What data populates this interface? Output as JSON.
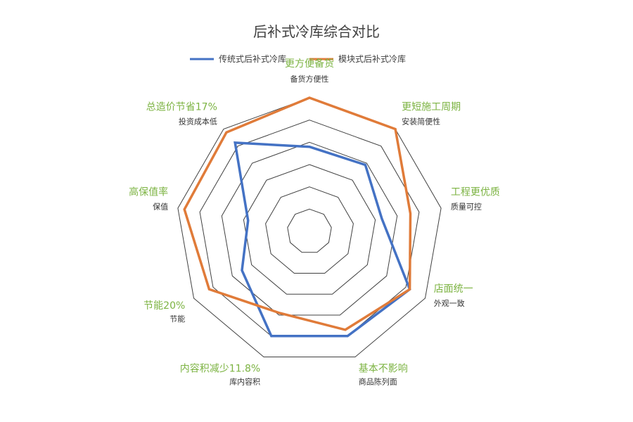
{
  "chart_data": {
    "type": "radar",
    "title": "后补式冷库综合对比",
    "axes": [
      {
        "highlight": "更方便备货",
        "label": "备货方便性"
      },
      {
        "highlight": "更短施工周期",
        "label": "安装简便性"
      },
      {
        "highlight": "工程更优质",
        "label": "质量可控"
      },
      {
        "highlight": "店面统一",
        "label": "外观一致"
      },
      {
        "highlight": "基本不影响",
        "label": "商品陈列面"
      },
      {
        "highlight": "内容积减少11.8%",
        "label": "库内容积"
      },
      {
        "highlight": "节能20%",
        "label": "节能"
      },
      {
        "highlight": "高保值率",
        "label": "保值"
      },
      {
        "highlight": "总造价节省17%",
        "label": "投资成本低"
      }
    ],
    "range": [
      0,
      6
    ],
    "rings": 6,
    "series": [
      {
        "name": "传统式后补式冷库",
        "color": "#4472c4",
        "values": [
          3.8,
          3.9,
          3.3,
          5.2,
          5.0,
          5.0,
          3.5,
          2.8,
          5.2
        ]
      },
      {
        "name": "模块式后补式冷库",
        "color": "#e07b39",
        "values": [
          6.0,
          6.0,
          4.6,
          5.2,
          4.7,
          3.9,
          5.2,
          5.7,
          5.8
        ]
      }
    ],
    "legend_position": "top",
    "highlight_color": "#7cb342",
    "grid_color": "#404040"
  }
}
